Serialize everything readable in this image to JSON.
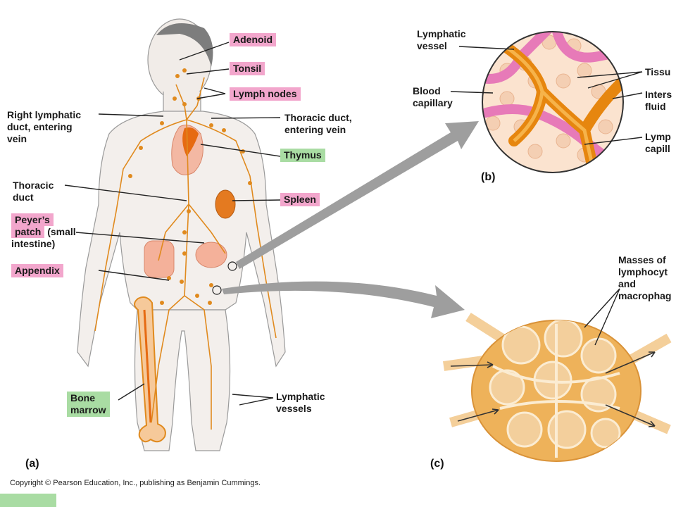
{
  "labels": {
    "adenoid": "Adenoid",
    "tonsil": "Tonsil",
    "lymph_nodes": "Lymph nodes",
    "right_duct": [
      "Right lymphatic",
      "duct, entering",
      "vein"
    ],
    "thoracic_duct_vein": [
      "Thoracic duct,",
      "entering vein"
    ],
    "thymus": "Thymus",
    "thoracic_duct": [
      "Thoracic",
      "duct"
    ],
    "spleen": "Spleen",
    "peyers_a": "Peyer’s",
    "peyers_b": "patch",
    "peyers_c": " (small",
    "peyers_d": "intestine)",
    "appendix": "Appendix",
    "bone_marrow": [
      "Bone",
      "marrow"
    ],
    "lymphatic_vessels": [
      "Lymphatic",
      "vessels"
    ],
    "b_lymphatic_vessel": [
      "Lymphatic",
      "vessel"
    ],
    "b_blood_capillary": [
      "Blood",
      "capillary"
    ],
    "b_tissue": "Tissu",
    "b_interstitial": [
      "Inters",
      "fluid"
    ],
    "b_lymph_capillary": [
      "Lymp",
      "capill"
    ],
    "c_masses": [
      "Masses of",
      "lymphocyt",
      "and",
      "macrophag"
    ]
  },
  "panels": {
    "a": "(a)",
    "b": "(b)",
    "c": "(c)"
  },
  "copyright": "Copyright © Pearson Education, Inc., publishing as Benjamin Cummings.",
  "colors": {
    "label_pink": "#f2a6cc",
    "label_green": "#a9dca3",
    "lymph_orange": "#e08a1e",
    "capillary_pink": "#e77ab8",
    "body_outline": "#9a9a9a"
  }
}
